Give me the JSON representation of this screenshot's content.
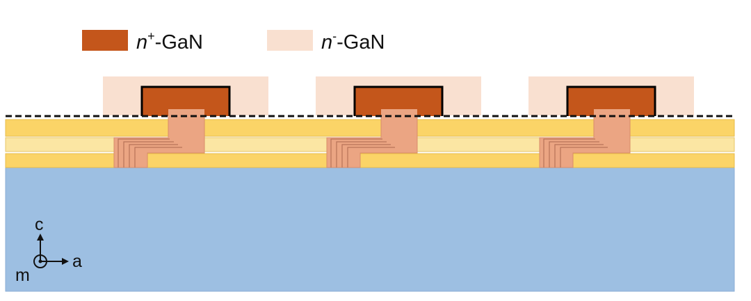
{
  "legend": {
    "items": [
      {
        "prefix": "n",
        "sup": "+",
        "suffix": "-GaN",
        "color": "#c4561b"
      },
      {
        "prefix": "n",
        "sup": "-",
        "suffix": "-GaN",
        "color": "#f9e0d0"
      }
    ]
  },
  "axes": {
    "c": "c",
    "a": "a",
    "m": "m"
  },
  "colors": {
    "substrate": "#9dbfe2",
    "layer_gold": "#fbd467",
    "layer_light": "#fbe6a3",
    "coalescence": "#eba583",
    "n_plus": "#c4561b",
    "n_minus": "#f9e0d0"
  },
  "structure": {
    "stripe_count": 3
  }
}
